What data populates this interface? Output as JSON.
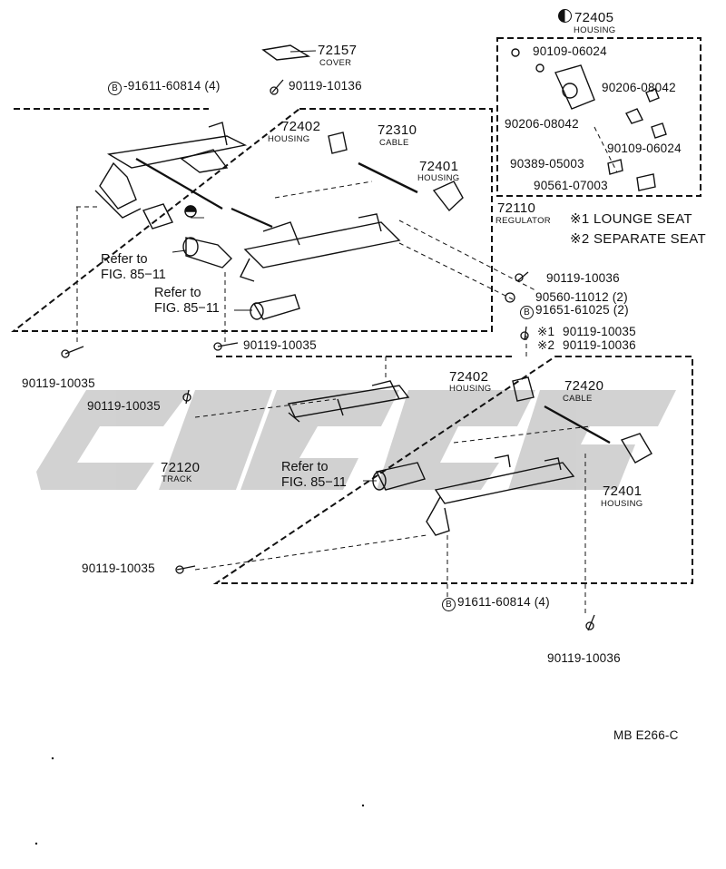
{
  "diagram": {
    "box_right": {
      "id": "72405",
      "subtitle": "HOUSING"
    },
    "parts": {
      "cover": {
        "id": "72157",
        "sub": "COVER"
      },
      "p91611_top": "-91611-60814 (4)",
      "p90119_10136": "90119-10136",
      "h72402_top": {
        "id": "72402",
        "sub": "HOUSING"
      },
      "c72310": {
        "id": "72310",
        "sub": "CABLE"
      },
      "h72401_top": {
        "id": "72401",
        "sub": "HOUSING"
      },
      "r72110": {
        "id": "72110",
        "sub": "REGULATOR"
      },
      "p90109_a": "90109-06024",
      "p90206_a": "90206-08042",
      "p90206_b": "90206-08042",
      "p90109_b": "90109-06024",
      "p90389": "90389-05003",
      "p90561": "90561-07003",
      "p90119_10036_mid": "90119-10036",
      "p90560": "90560-11012 (2)",
      "p91651": "91651-61025 (2)",
      "p90119_10035_star": "90119-10035",
      "p90119_10036_star": "90119-10036",
      "star1": "※1",
      "star2": "※2",
      "p90119_10035_lower": "90119-10035",
      "p90119_10035_left": "90119-10035",
      "p90119_10035_mid2": "90119-10035",
      "p90119_10035_bottom": "90119-10035",
      "p91611_bottom": "91611-60814 (4)",
      "p90119_10036_bottom": "90119-10036",
      "h72402_bot": {
        "id": "72402",
        "sub": "HOUSING"
      },
      "c72420": {
        "id": "72420",
        "sub": "CABLE"
      },
      "h72401_bot": {
        "id": "72401",
        "sub": "HOUSING"
      },
      "t72120": {
        "id": "72120",
        "sub": "TRACK"
      },
      "b_marker": "B"
    },
    "refs": {
      "ref1_line1": "Refer to",
      "ref1_line2": "FIG. 85−11",
      "ref2_line1": "Refer to",
      "ref2_line2": "FIG. 85−11",
      "ref3_line1": "Refer to",
      "ref3_line2": "FIG. 85−11"
    },
    "legend": {
      "item1": "※1 LOUNGE SEAT",
      "item2": "※2 SEPARATE SEAT"
    },
    "footer_code": "MB E266-C",
    "watermark_color": "#c9c9c9",
    "line_color": "#111111"
  }
}
